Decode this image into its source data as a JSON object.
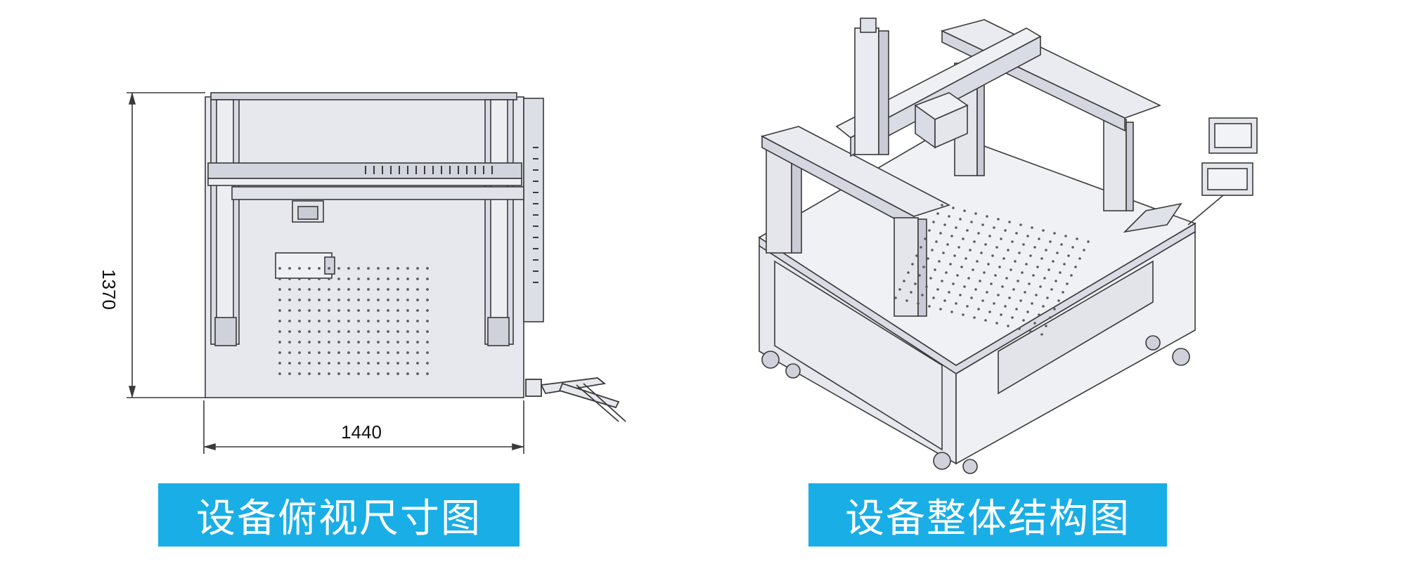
{
  "top_view": {
    "caption": "设备俯视尺寸图",
    "dim_height": "1370",
    "dim_width": "1440"
  },
  "iso_view": {
    "caption": "设备整体结构图"
  },
  "colors": {
    "caption_bg": "#19aee6",
    "line": "#3a3a3a",
    "metal": "#e6e8ee",
    "metal_dark": "#c9ccd6"
  }
}
